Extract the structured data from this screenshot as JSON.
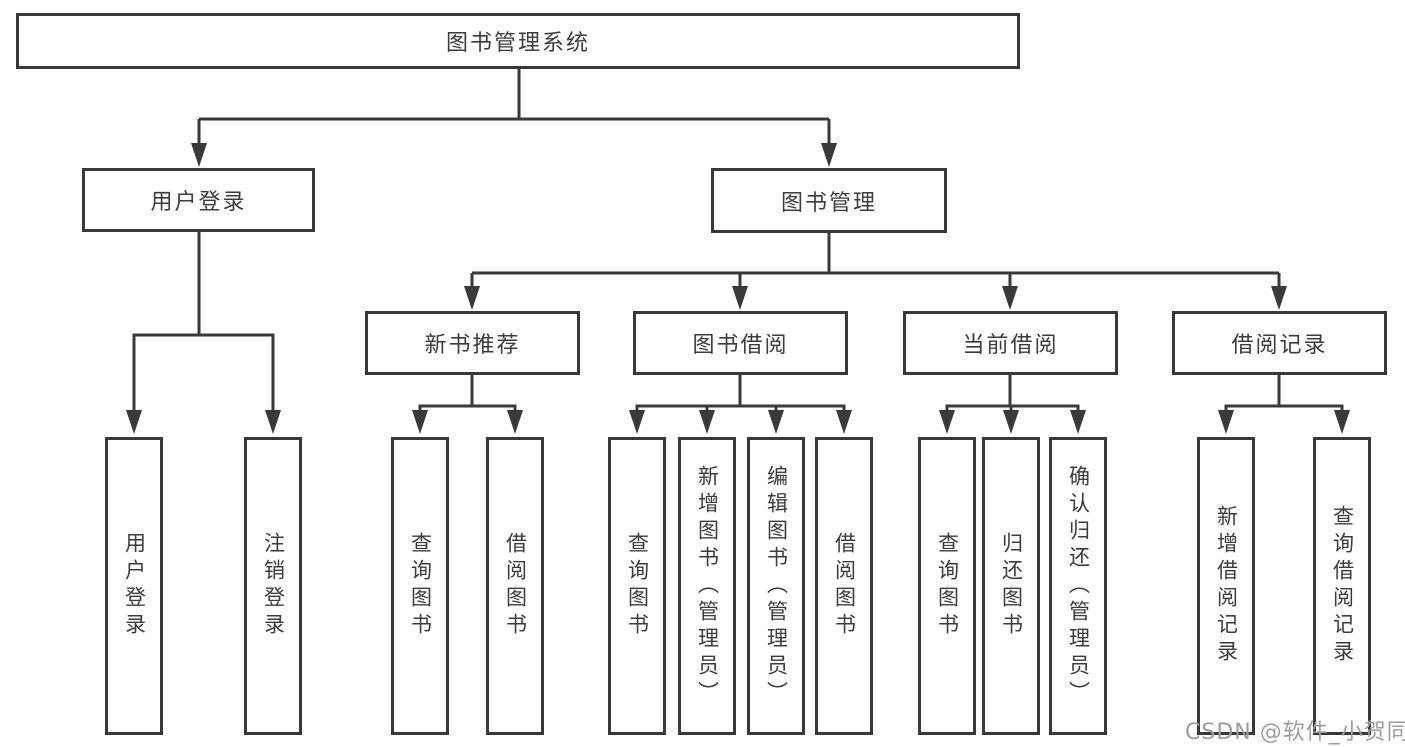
{
  "diagram": {
    "title": "图书管理系统",
    "root": {
      "label": "图书管理系统"
    },
    "level2": [
      {
        "label": "用户登录"
      },
      {
        "label": "图书管理"
      }
    ],
    "level3": [
      {
        "label": "新书推荐"
      },
      {
        "label": "图书借阅"
      },
      {
        "label": "当前借阅"
      },
      {
        "label": "借阅记录"
      }
    ],
    "leaf_groups": [
      {
        "parent": "用户登录",
        "items": [
          "用户登录",
          "注销登录"
        ]
      },
      {
        "parent": "新书推荐",
        "items": [
          "查询图书",
          "借阅图书"
        ]
      },
      {
        "parent": "图书借阅",
        "items": [
          "查询图书",
          "新增图书（管理员）",
          "编辑图书（管理员）",
          "借阅图书"
        ]
      },
      {
        "parent": "当前借阅",
        "items": [
          "查询图书",
          "归还图书",
          "确认归还（管理员）"
        ]
      },
      {
        "parent": "借阅记录",
        "items": [
          "新增借阅记录",
          "查询借阅记录"
        ]
      }
    ]
  },
  "watermark": {
    "text": "CSDN @软件_小贺同学",
    "color": "#9e9e9e"
  },
  "colors": {
    "line": "#3a3a3a",
    "box_border": "#383838",
    "box_fill": "#ffffff",
    "text": "#3c3c3c",
    "background": "#ffffff"
  }
}
